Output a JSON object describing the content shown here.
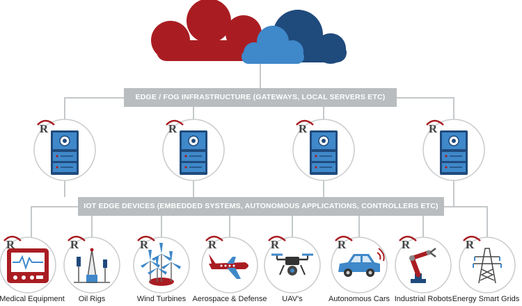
{
  "edge_bar": "EDGE / FOG INFRASTRUCTURE (GATEWAYS, LOCAL SERVERS ETC)",
  "iot_bar": "IOT EDGE DEVICES (EMBEDDED SYSTEMS, AUTONOMOUS APPLICATIONS, CONTROLLERS ETC)",
  "logo_letter": "R",
  "colors": {
    "red": "#a91d22",
    "navy": "#1f4a7c",
    "blue": "#3f88c9",
    "gray": "#b9bdbf"
  },
  "devices": [
    {
      "label": "Medical Equipment",
      "icon": "medical-monitor-icon"
    },
    {
      "label": "Oil Rigs",
      "icon": "oil-rig-icon"
    },
    {
      "label": "Wind Turbines",
      "icon": "wind-turbine-icon"
    },
    {
      "label": "Aerospace & Defense",
      "icon": "airplane-icon"
    },
    {
      "label": "UAV's",
      "icon": "drone-icon"
    },
    {
      "label": "Autonomous Cars",
      "icon": "car-icon"
    },
    {
      "label": "Industrial Robots",
      "icon": "robot-arm-icon"
    },
    {
      "label": "Energy Smart Grids",
      "icon": "power-tower-icon"
    }
  ]
}
